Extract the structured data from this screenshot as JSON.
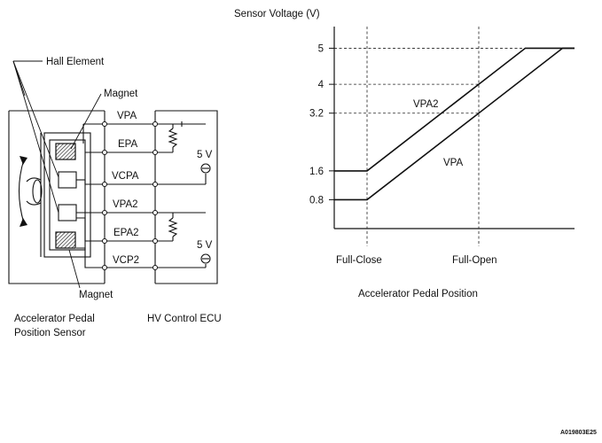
{
  "circuit": {
    "hall_label": "Hall Element",
    "magnet_top_label": "Magnet",
    "magnet_bottom_label": "Magnet",
    "sensor_label_line1": "Accelerator Pedal",
    "sensor_label_line2": "Position Sensor",
    "ecu_label": "HV Control ECU",
    "supply1": "5 V",
    "supply2": "5 V",
    "wires": [
      "VPA",
      "EPA",
      "VCPA",
      "VPA2",
      "EPA2",
      "VCP2"
    ]
  },
  "figure_code": "A019803E25",
  "chart_data": {
    "type": "line",
    "title": "Sensor Voltage (V)",
    "xlabel": "Accelerator Pedal Position",
    "ylabel": "Sensor Voltage (V)",
    "x_ticks": [
      "Full-Close",
      "Full-Open"
    ],
    "y_ticks": [
      0.8,
      1.6,
      3.2,
      4,
      5
    ],
    "ylim": [
      0,
      5.6
    ],
    "series": [
      {
        "name": "VPA2",
        "x": [
          "start",
          "Full-Close",
          "Full-Open",
          "saturation",
          "end"
        ],
        "values": [
          1.6,
          1.6,
          4.0,
          5.0,
          5.0
        ]
      },
      {
        "name": "VPA",
        "x": [
          "start",
          "Full-Close",
          "Full-Open",
          "saturation",
          "end"
        ],
        "values": [
          0.8,
          0.8,
          3.2,
          5.0,
          5.0
        ]
      }
    ],
    "grid": false
  }
}
